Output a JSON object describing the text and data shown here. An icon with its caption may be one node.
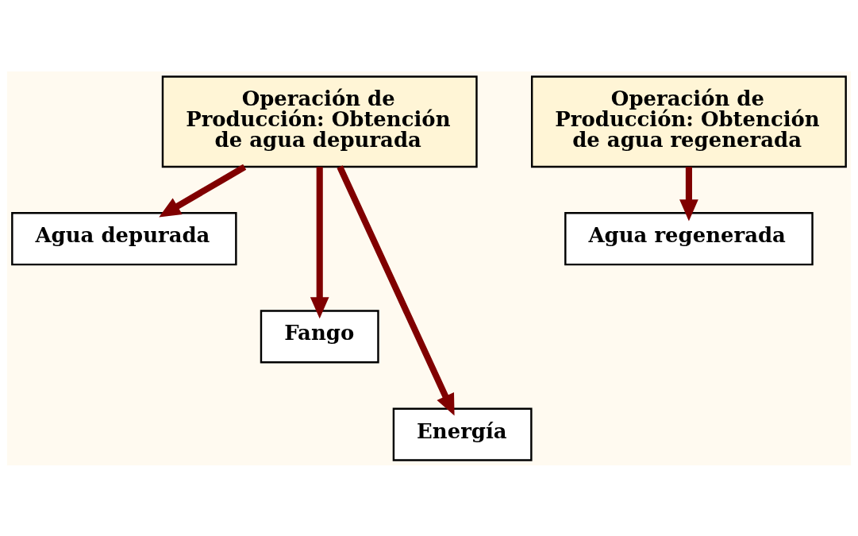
{
  "diagram": {
    "nodes": [
      {
        "text": [
          "Operación de Producción: Obtención de agua depurada"
        ]
      },
      {
        "text": [
          "Operación de Producción: Obtención de agua regenerada"
        ]
      },
      {
        "text": [
          "Agua depurada"
        ]
      },
      {
        "text": [
          "Fango"
        ]
      },
      {
        "text": [
          "Energía"
        ]
      },
      {
        "text": [
          "Agua regenerada"
        ]
      }
    ],
    "edges": [
      {
        "from": 0,
        "to": 2,
        "arrow": "to"
      },
      {
        "from": 0,
        "to": 3,
        "arrow": "to"
      },
      {
        "from": 0,
        "to": 4,
        "arrow": "to"
      },
      {
        "from": 1,
        "to": 5,
        "arrow": "to"
      }
    ]
  }
}
